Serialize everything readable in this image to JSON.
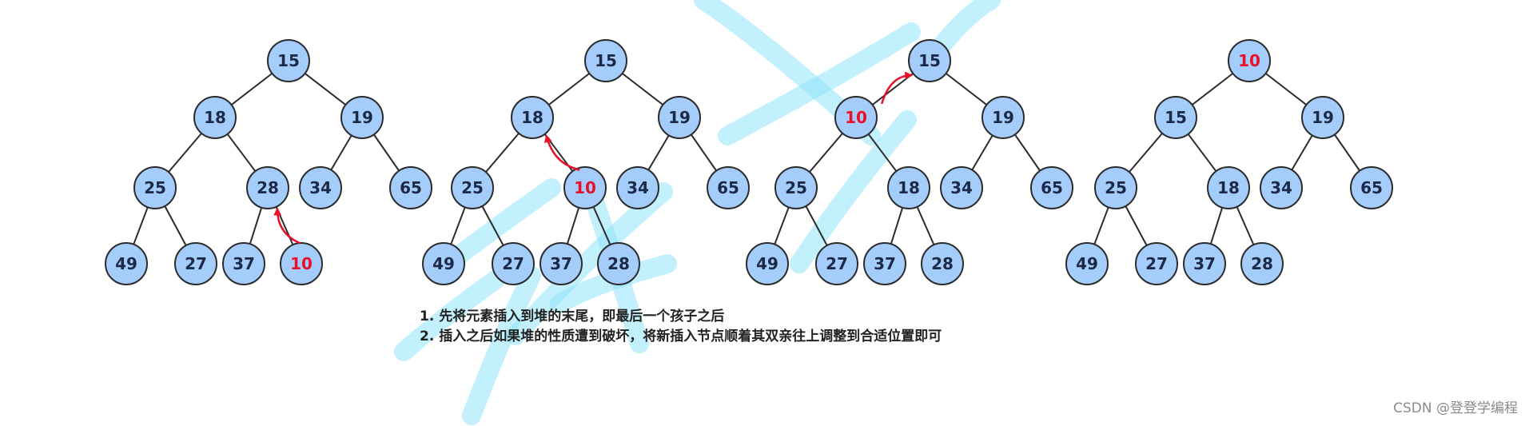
{
  "colors": {
    "node_fill": "#a5cdfc",
    "node_stroke": "#2b2b2b",
    "edge": "#2b2b2b",
    "text_default": "#1c2a48",
    "text_highlight": "#e8102a",
    "arrow": "#e8102a",
    "watermark_overlay": "#8fe3fa"
  },
  "heaps": [
    {
      "nodes": [
        {
          "value": "15"
        },
        {
          "value": "18"
        },
        {
          "value": "19"
        },
        {
          "value": "25"
        },
        {
          "value": "28"
        },
        {
          "value": "34"
        },
        {
          "value": "65"
        },
        {
          "value": "49"
        },
        {
          "value": "27"
        },
        {
          "value": "37"
        },
        {
          "value": "10",
          "highlight": true
        }
      ],
      "edges": [
        [
          0,
          1
        ],
        [
          0,
          2
        ],
        [
          1,
          3
        ],
        [
          1,
          4
        ],
        [
          2,
          5
        ],
        [
          2,
          6
        ],
        [
          3,
          7
        ],
        [
          3,
          8
        ],
        [
          4,
          9
        ],
        [
          4,
          10
        ]
      ],
      "arrow": {
        "from": 10,
        "to": 4
      }
    },
    {
      "nodes": [
        {
          "value": "15"
        },
        {
          "value": "18"
        },
        {
          "value": "19"
        },
        {
          "value": "25"
        },
        {
          "value": "10",
          "highlight": true
        },
        {
          "value": "34"
        },
        {
          "value": "65"
        },
        {
          "value": "49"
        },
        {
          "value": "27"
        },
        {
          "value": "37"
        },
        {
          "value": "28"
        }
      ],
      "edges": [
        [
          0,
          1
        ],
        [
          0,
          2
        ],
        [
          1,
          3
        ],
        [
          1,
          4
        ],
        [
          2,
          5
        ],
        [
          2,
          6
        ],
        [
          3,
          7
        ],
        [
          3,
          8
        ],
        [
          4,
          9
        ],
        [
          4,
          10
        ]
      ],
      "arrow": {
        "from": 4,
        "to": 1
      }
    },
    {
      "nodes": [
        {
          "value": "15"
        },
        {
          "value": "10",
          "highlight": true
        },
        {
          "value": "19"
        },
        {
          "value": "25"
        },
        {
          "value": "18"
        },
        {
          "value": "34"
        },
        {
          "value": "65"
        },
        {
          "value": "49"
        },
        {
          "value": "27"
        },
        {
          "value": "37"
        },
        {
          "value": "28"
        }
      ],
      "edges": [
        [
          0,
          1
        ],
        [
          0,
          2
        ],
        [
          1,
          3
        ],
        [
          1,
          4
        ],
        [
          2,
          5
        ],
        [
          2,
          6
        ],
        [
          3,
          7
        ],
        [
          3,
          8
        ],
        [
          4,
          9
        ],
        [
          4,
          10
        ]
      ],
      "arrow": {
        "from": 1,
        "to": 0
      }
    },
    {
      "nodes": [
        {
          "value": "10",
          "highlight": true
        },
        {
          "value": "15"
        },
        {
          "value": "19"
        },
        {
          "value": "25"
        },
        {
          "value": "18"
        },
        {
          "value": "34"
        },
        {
          "value": "65"
        },
        {
          "value": "49"
        },
        {
          "value": "27"
        },
        {
          "value": "37"
        },
        {
          "value": "28"
        }
      ],
      "edges": [
        [
          0,
          1
        ],
        [
          0,
          2
        ],
        [
          1,
          3
        ],
        [
          1,
          4
        ],
        [
          2,
          5
        ],
        [
          2,
          6
        ],
        [
          3,
          7
        ],
        [
          3,
          8
        ],
        [
          4,
          9
        ],
        [
          4,
          10
        ]
      ]
    }
  ],
  "notes": {
    "line1": "1. 先将元素插入到堆的末尾，即最后一个孩子之后",
    "line2": "2. 插入之后如果堆的性质遭到破坏，将新插入节点顺着其双亲往上调整到合适位置即可"
  },
  "watermark": {
    "text": "CSDN @登登学编程"
  }
}
